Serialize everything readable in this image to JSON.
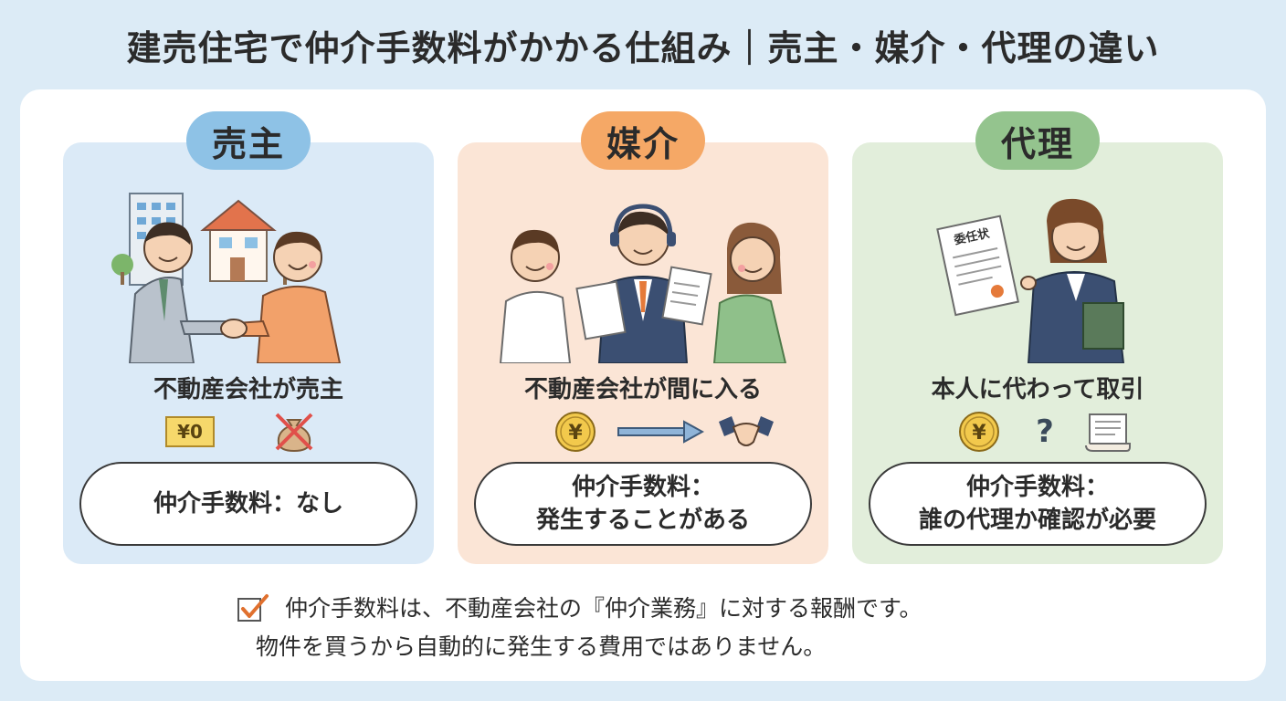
{
  "title": "建売住宅で仲介手数料がかかる仕組み｜売主・媒介・代理の違い",
  "colors": {
    "background": "#dcebf6",
    "seller_panel": "#dbeaf7",
    "broker_panel": "#fbe5d6",
    "agent_panel": "#e2eedb",
    "seller_pill": "#8ec2e6",
    "broker_pill": "#f5a866",
    "agent_pill": "#94c48e",
    "check": "#e0702e"
  },
  "panels": [
    {
      "label": "売主",
      "caption": "不動産会社が売主",
      "badge": "¥0",
      "icons": [
        "yen-zero-badge-icon",
        "crossed-money-bag-icon"
      ],
      "fee_line1": "仲介手数料：なし",
      "fee_line2": ""
    },
    {
      "label": "媒介",
      "caption": "不動産会社が間に入る",
      "icons": [
        "yen-coin-icon",
        "right-arrow-icon",
        "handshake-icon"
      ],
      "fee_line1": "仲介手数料：",
      "fee_line2": "発生することがある"
    },
    {
      "label": "代理",
      "caption": "本人に代わって取引",
      "document_title": "委任状",
      "icons": [
        "yen-coin-icon",
        "question-mark-icon",
        "contract-scroll-icon"
      ],
      "fee_line1": "仲介手数料：",
      "fee_line2": "誰の代理か確認が必要"
    }
  ],
  "note": {
    "line1": "仲介手数料は、不動産会社の『仲介業務』に対する報酬です。",
    "line2": "物件を買うから自動的に発生する費用ではありません。"
  }
}
